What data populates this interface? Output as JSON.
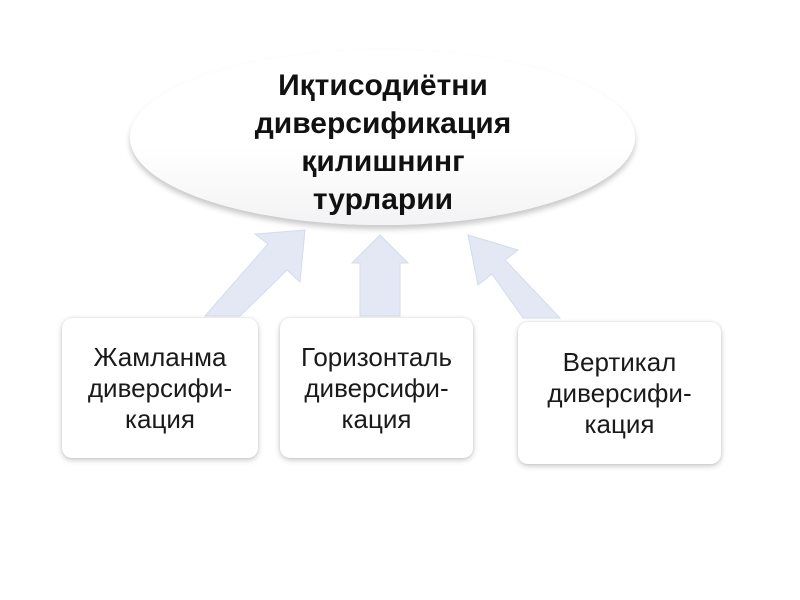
{
  "diagram": {
    "title": {
      "lines": [
        "Иқтисодиётни",
        "диверсификация",
        "қилишнинг",
        "турларии"
      ]
    },
    "boxes": [
      {
        "lines": [
          "Жамланма",
          "диверсифи-",
          "кация"
        ]
      },
      {
        "lines": [
          "Горизонталь",
          "диверсифи-",
          "кация"
        ]
      },
      {
        "lines": [
          "Вертикал",
          "диверсифи-",
          "кация"
        ]
      }
    ],
    "colors": {
      "arrow_fill": "#e3e8f4",
      "arrow_edge": "#d3dbeb",
      "text": "#1a1a1a"
    }
  }
}
